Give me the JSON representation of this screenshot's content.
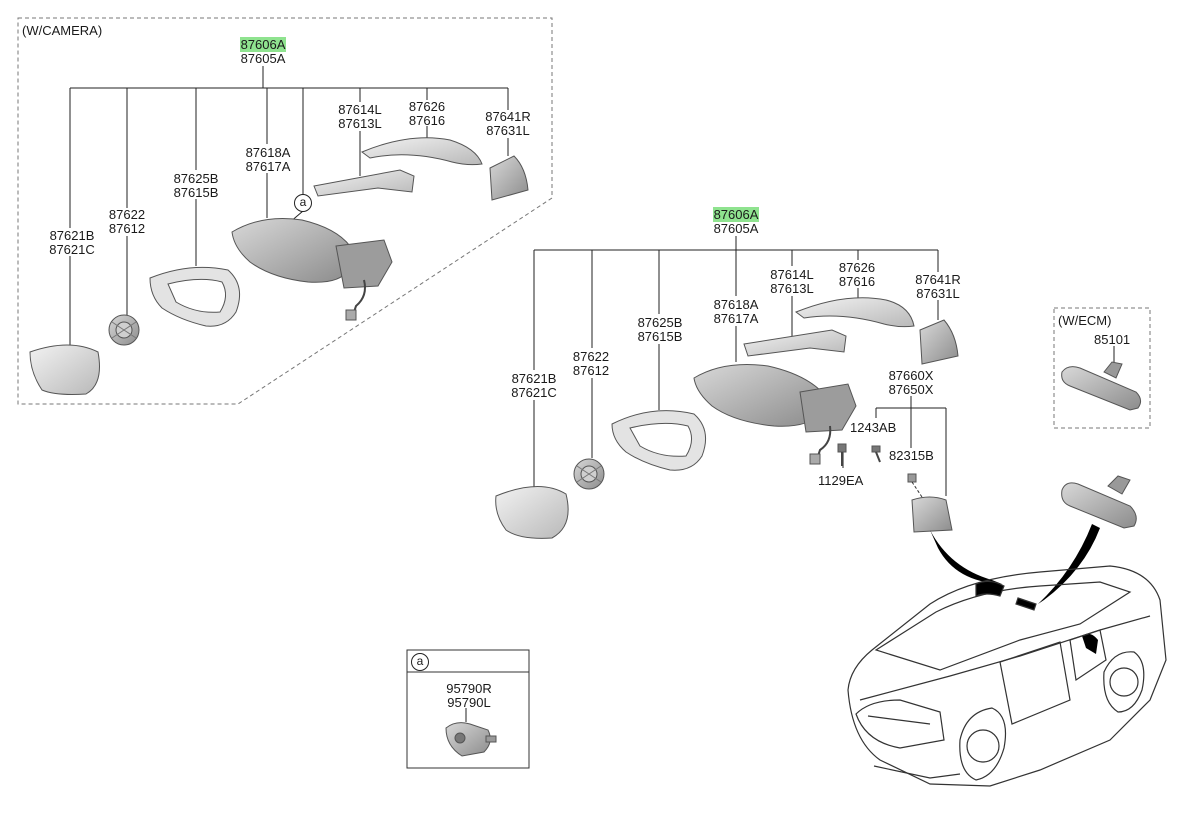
{
  "groups": {
    "camera": {
      "title": "(W/CAMERA)",
      "assembly": [
        "87606A",
        "87605A"
      ]
    },
    "main": {
      "assembly": [
        "87606A",
        "87605A"
      ]
    },
    "ecm": {
      "title": "(W/ECM)",
      "part": "85101"
    },
    "detail_a": {
      "callout": "a",
      "parts": [
        "95790R",
        "95790L"
      ]
    }
  },
  "highlight_color": "#8fe38f",
  "camera_parts": {
    "glass": [
      "87621B",
      "87621C"
    ],
    "actuator": [
      "87622",
      "87612"
    ],
    "housing": [
      "87625B",
      "87615B"
    ],
    "body": [
      "87618A",
      "87617A"
    ],
    "lamp": [
      "87614L",
      "87613L"
    ],
    "cover": [
      "87626",
      "87616"
    ],
    "cap": [
      "87641R",
      "87631L"
    ],
    "callout": "a"
  },
  "main_parts": {
    "glass": [
      "87621B",
      "87621C"
    ],
    "actuator": [
      "87622",
      "87612"
    ],
    "housing": [
      "87625B",
      "87615B"
    ],
    "body": [
      "87618A",
      "87617A"
    ],
    "lamp": [
      "87614L",
      "87613L"
    ],
    "cover": [
      "87626",
      "87616"
    ],
    "cap": [
      "87641R",
      "87631L"
    ],
    "cover_assy": [
      "87660X",
      "87650X"
    ],
    "screw_a": "1243AB",
    "screw_b": "82315B",
    "bolt": "1129EA"
  }
}
